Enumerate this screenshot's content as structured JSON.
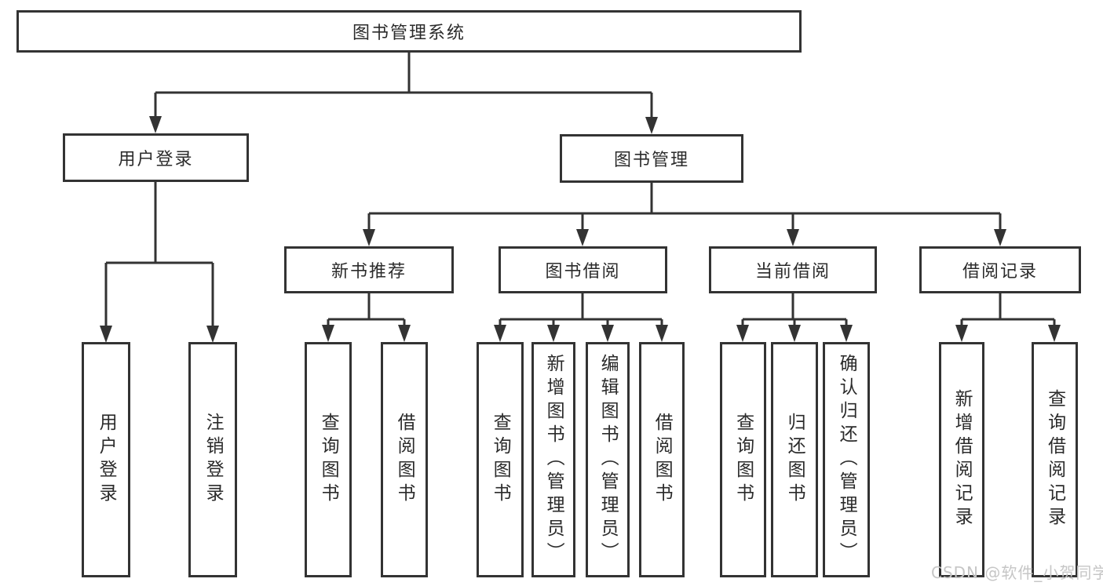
{
  "title": "图书管理系统",
  "branches": {
    "user_login": {
      "label": "用户登录",
      "children": [
        "用户登录",
        "注销登录"
      ]
    },
    "book_management": {
      "label": "图书管理",
      "modules": [
        {
          "label": "新书推荐",
          "children": [
            "查询图书",
            "借阅图书"
          ]
        },
        {
          "label": "图书借阅",
          "children": [
            "查询图书",
            "新增图书（管理员）",
            "编辑图书（管理员）",
            "借阅图书"
          ]
        },
        {
          "label": "当前借阅",
          "children": [
            "查询图书",
            "归还图书",
            "确认归还（管理员）"
          ]
        },
        {
          "label": "借阅记录",
          "children": [
            "新增借阅记录",
            "查询借阅记录"
          ]
        }
      ]
    }
  },
  "watermark": "CSDN @软件_小贺同学",
  "colors": {
    "line": "#333333",
    "box_border": "#333333",
    "text": "#2b2b2b",
    "watermark": "#c6c6c6",
    "background": "#ffffff"
  }
}
